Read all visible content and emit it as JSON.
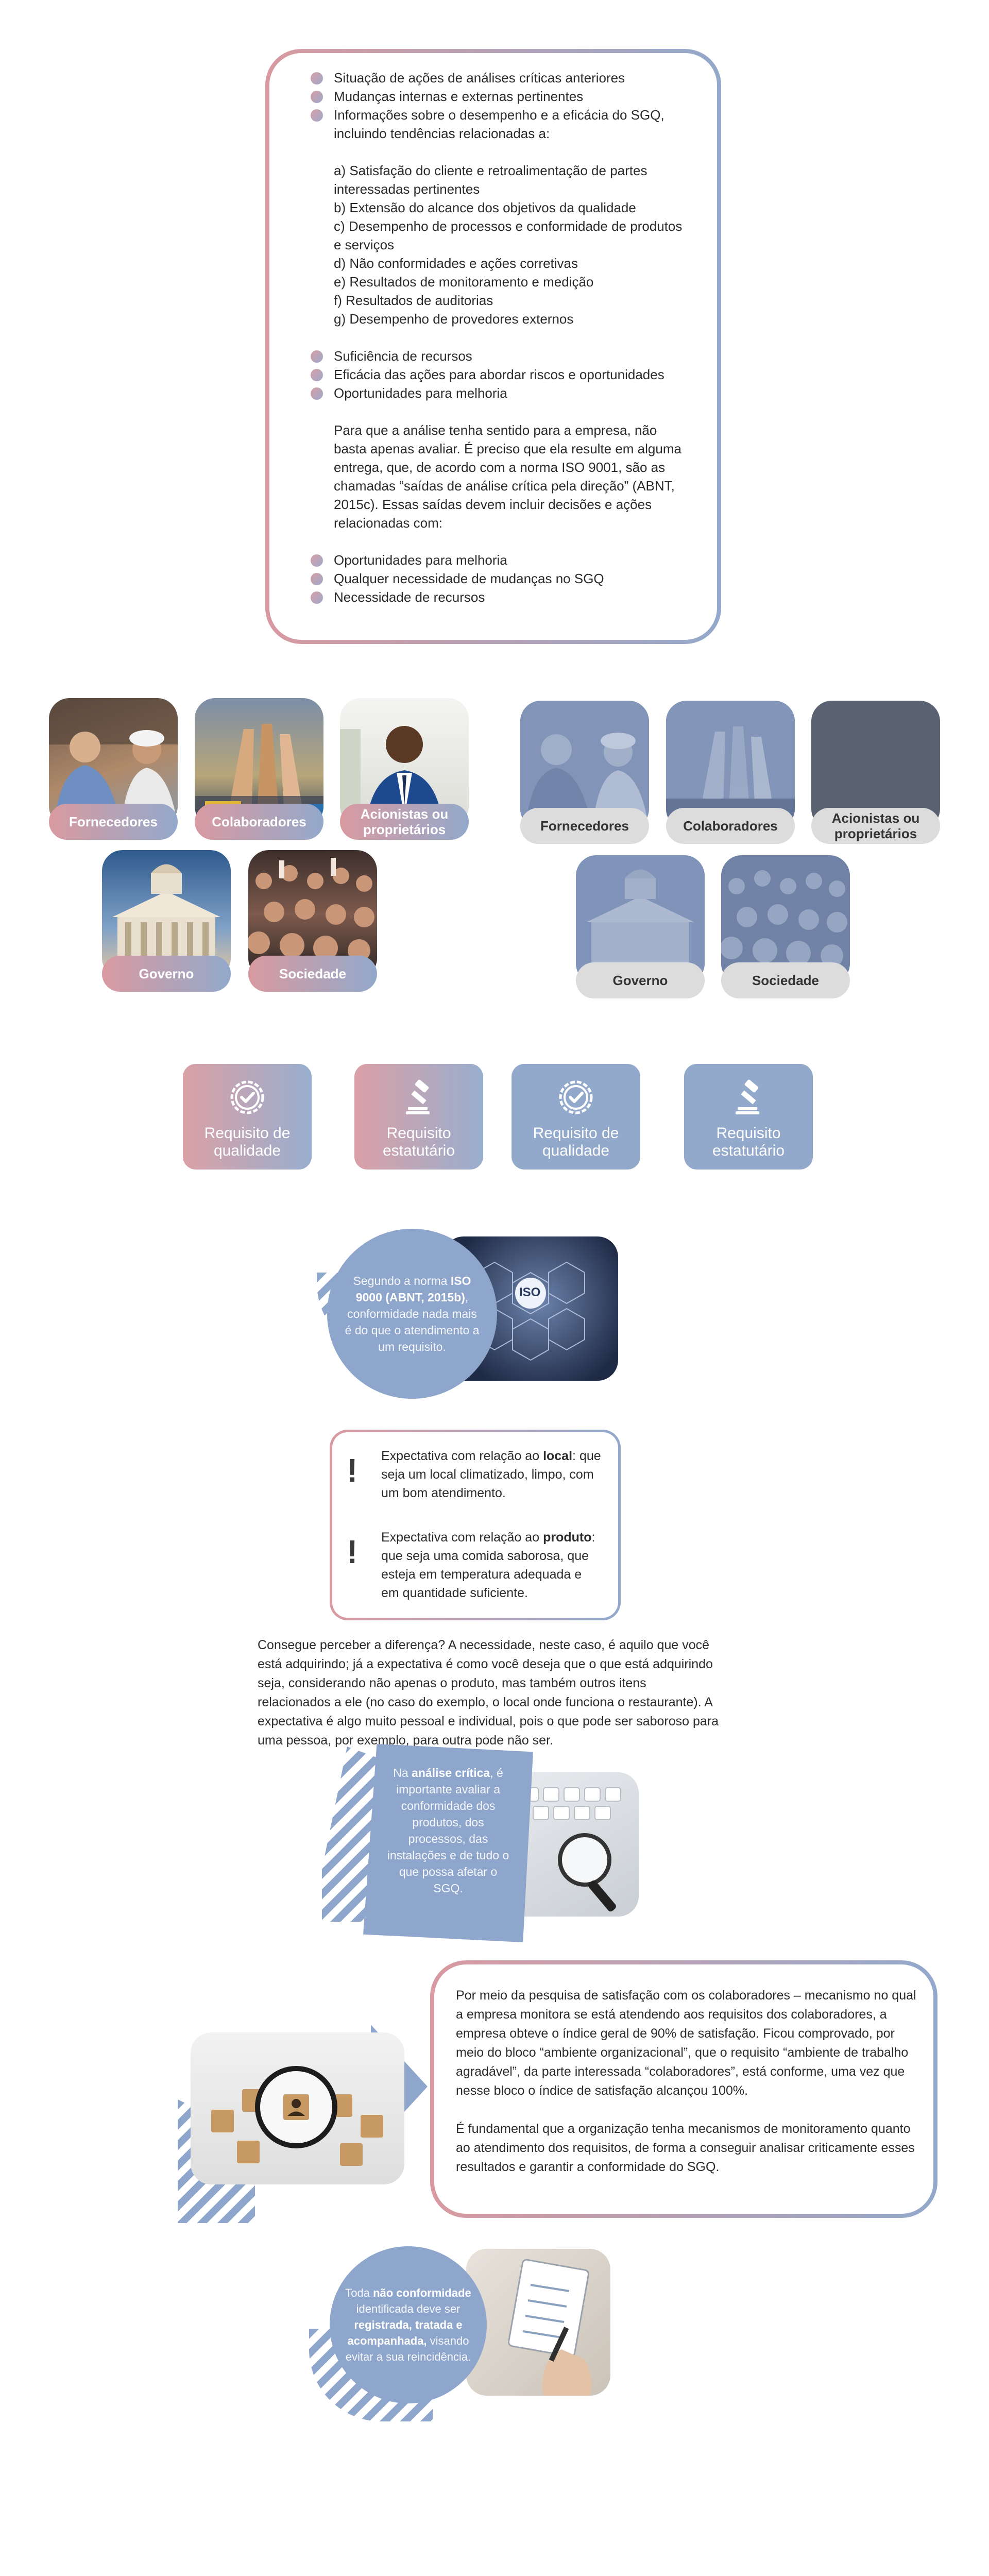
{
  "section1": {
    "items_a": [
      "Situação de ações de análises críticas anteriores",
      "Mudanças internas e externas pertinentes",
      "Informações sobre o desempenho e a eficácia do SGQ, incluindo tendências relacionadas a:"
    ],
    "sub_items": [
      "a) Satisfação do cliente e retroalimentação de partes interessadas pertinentes",
      "b) Extensão do alcance dos objetivos da qualidade",
      "c) Desempenho de processos e conformidade de produtos e serviços",
      "d) Não conformidades e ações corretivas",
      "e) Resultados de monitoramento e medição",
      "f) Resultados de auditorias",
      "g) Desempenho de provedores externos"
    ],
    "items_b": [
      "Suficiência de recursos",
      "Eficácia das ações para abordar riscos e oportunidades",
      "Oportunidades para melhoria"
    ],
    "paragraph": "Para que a análise tenha sentido para a empresa, não basta apenas avaliar. É preciso que ela resulte em alguma entrega, que, de acordo com a norma ISO 9001, são as chamadas “saídas de análise crítica pela direção” (ABNT, 2015c). Essas saídas devem incluir decisões e ações relacionadas com:",
    "items_c": [
      "Oportunidades para melhoria",
      "Qualquer necessidade de mudanças no SGQ",
      "Necessidade de recursos"
    ]
  },
  "stakeholders": {
    "labels": [
      "Fornecedores",
      "Colaboradores",
      "Acionistas ou proprietários",
      "Governo",
      "Sociedade"
    ]
  },
  "requirements": [
    "Requisito de qualidade",
    "Requisito estatutário",
    "Requisito de qualidade",
    "Requisito estatutário"
  ],
  "iso_callout": {
    "pre": "Segundo a norma ",
    "bold": "ISO 9000 (ABNT, 2015b)",
    "post": ", conformidade nada mais é do que o atendimento a um requisito.",
    "badge": "ISO"
  },
  "expectations": {
    "local_pre": "Expectativa com relação ao ",
    "local_bold": "local",
    "local_post": ": que seja um local climatizado, limpo, com um bom atendimento.",
    "produto_pre": "Expectativa com relação ao ",
    "produto_bold": "produto",
    "produto_post": ": que seja uma comida saborosa, que esteja em temperatura adequada e em quantidade suficiente.",
    "mark": "!"
  },
  "difference_paragraph": "Consegue perceber a diferença? A necessidade, neste caso, é aquilo que você está adquirindo; já a expectativa é como você deseja que o que está adquirindo seja, considerando não apenas o produto, mas também outros itens relacionados a ele (no caso do exemplo, o local onde funciona o restaurante). A expectativa é algo muito pessoal e individual, pois o que pode ser saboroso para uma pessoa, por exemplo, para outra pode não ser.",
  "critical_callout": {
    "pre": "Na ",
    "bold": "análise crítica",
    "post": ", é importante avaliar a conformidade dos produtos, dos processos, das instalações e de tudo o que possa afetar o SGQ."
  },
  "survey": {
    "p1": "Por meio da pesquisa de satisfação com os colaboradores – mecanismo no qual a empresa monitora se está atendendo aos requisitos dos colaboradores, a empresa obteve o índice geral de 90% de satisfação. Ficou comprovado, por meio do bloco “ambiente organizacional”, que o requisito “ambiente de trabalho agradável”, da parte interessada “colaboradores”, está conforme, uma vez que nesse bloco o índice de satisfação alcançou 100%.",
    "p2": "É fundamental que a organização tenha mecanismos de monitoramento quanto ao atendimento dos requisitos, de forma a conseguir analisar criticamente esses resultados e garantir a conformidade do SGQ."
  },
  "nc_callout": {
    "t1": "Toda ",
    "b1": "não conformidade",
    "t2": " identificada deve ser ",
    "b2": "registrada, tratada e acompanhada,",
    "t3": " visando evitar a sua reincidência."
  },
  "colors": {
    "pink": "#d99aa0",
    "blue": "#93a9cb",
    "grey_pill": "#dcdcdc"
  }
}
